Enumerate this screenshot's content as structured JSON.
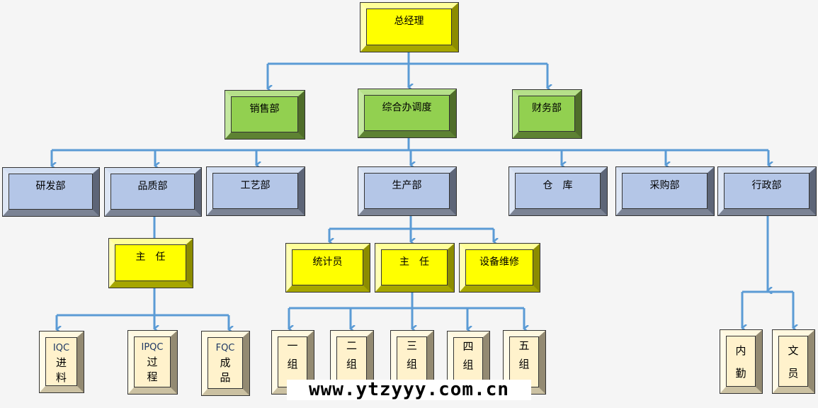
{
  "colors": {
    "connector": "#5b9bd5",
    "executive": "#ffff00",
    "office": "#92d050",
    "department": "#b4c6e7",
    "team": "#fff2cc"
  },
  "top": {
    "label": "总经理"
  },
  "level2": [
    "销售部",
    "综合办调度",
    "财务部"
  ],
  "level3": [
    "研发部",
    "品质部",
    "工艺部",
    "生产部",
    "仓　库",
    "采购部",
    "行政部"
  ],
  "quality": {
    "supervisor": "主　任",
    "teams": [
      {
        "code": "IQC",
        "l1": "进",
        "l2": "料"
      },
      {
        "code": "IPQC",
        "l1": "过",
        "l2": "程"
      },
      {
        "code": "FQC",
        "l1": "成",
        "l2": "品"
      }
    ]
  },
  "production": {
    "roles": [
      "统计员",
      "主　任",
      "设备维修"
    ],
    "groups": [
      {
        "l1": "一",
        "l2": "组"
      },
      {
        "l1": "二",
        "l2": "组"
      },
      {
        "l1": "三",
        "l2": "组"
      },
      {
        "l1": "四",
        "l2": "组"
      },
      {
        "l1": "五",
        "l2": "组"
      }
    ]
  },
  "admin": {
    "staff": [
      {
        "l1": "内",
        "l2": "勤"
      },
      {
        "l1": "文",
        "l2": "员"
      }
    ]
  },
  "watermark": "www.ytzyyy.com.cn"
}
